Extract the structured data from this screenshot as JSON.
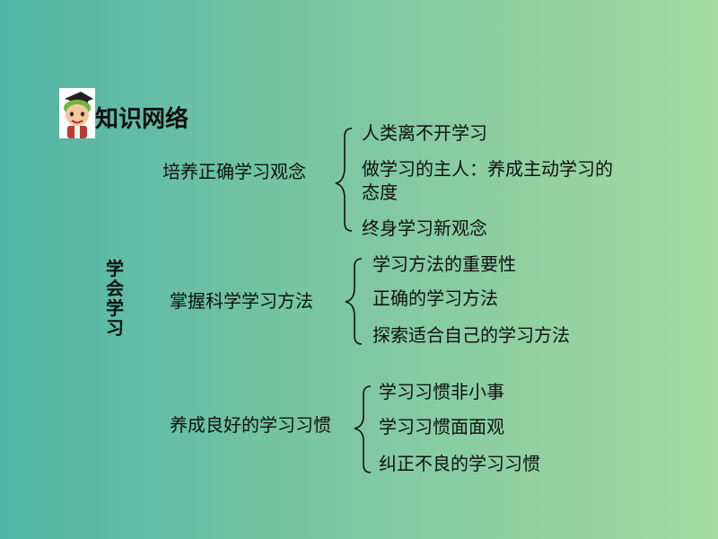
{
  "title": "知识网络",
  "root": "学会学习",
  "groups": [
    {
      "label": "培养正确学习观念",
      "items": [
        "人类离不开学习",
        "做学习的主人：养成主动学习的",
        "态度",
        "终身学习新观念"
      ]
    },
    {
      "label": "掌握科学学习方法",
      "items": [
        "学习方法的重要性",
        "正确的学习方法",
        "探索适合自己的学习方法"
      ]
    },
    {
      "label": "养成良好的学习习惯",
      "items": [
        "学习习惯非小事",
        "学习习惯面面观",
        "纠正不良的学习习惯"
      ]
    }
  ],
  "colors": {
    "bg_left": "#4fb5a5",
    "bg_right": "#a4d9a0",
    "text": "#111111"
  },
  "icons": [
    "mascot-icon"
  ]
}
